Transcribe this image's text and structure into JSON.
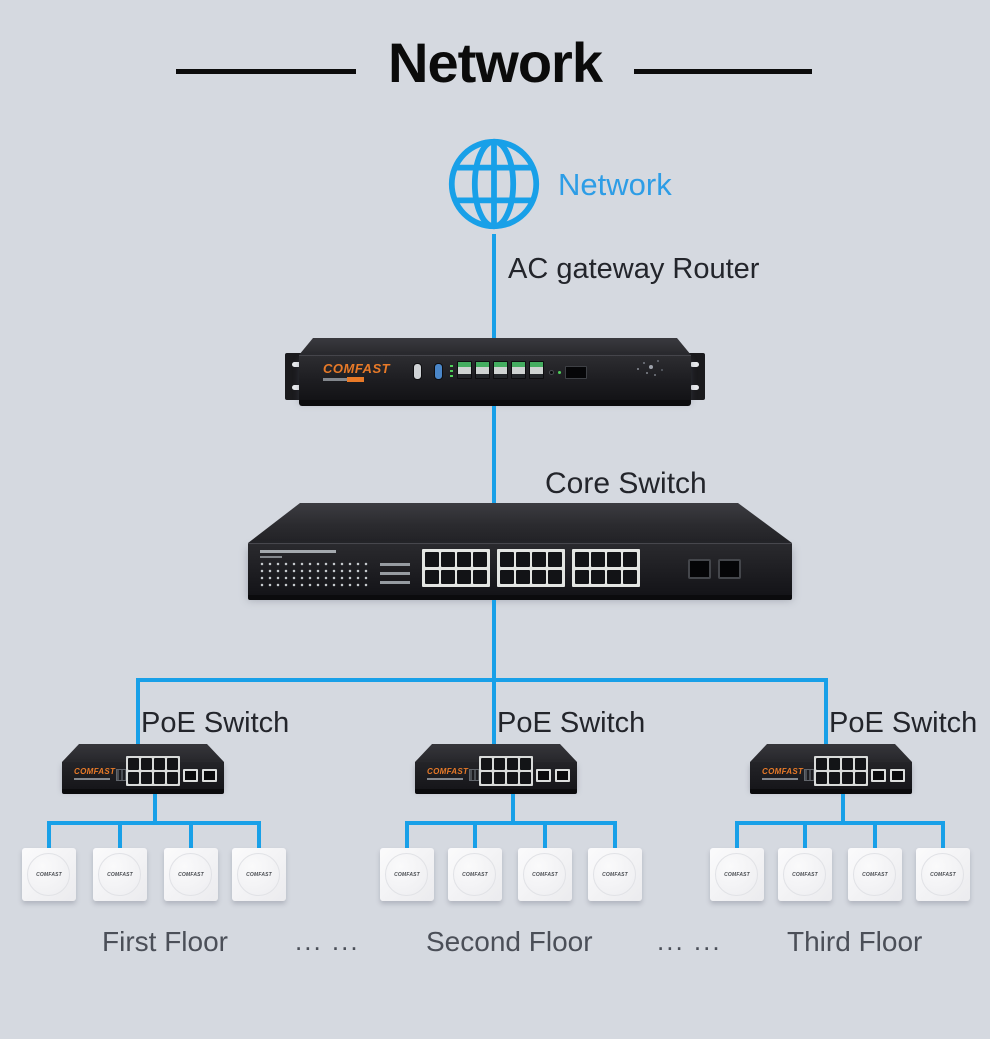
{
  "title": "Network",
  "cloud": {
    "label": "Network"
  },
  "router": {
    "label": "AC gateway Router",
    "brand": "COMFAST"
  },
  "core_switch": {
    "label": "Core Switch"
  },
  "poe_switches": [
    {
      "label": "PoE Switch"
    },
    {
      "label": "PoE Switch"
    },
    {
      "label": "PoE Switch"
    }
  ],
  "devices": {
    "poe_brand": "COMFAST",
    "ap_brand": "COMFAST"
  },
  "floors": [
    {
      "label": "First Floor"
    },
    {
      "label": "Second Floor"
    },
    {
      "label": "Third Floor"
    }
  ],
  "ellipsis": "... ...",
  "colors": {
    "background": "#d5d9e0",
    "accent_blue": "#18a0e8",
    "brand_orange": "#e87a28",
    "title_color": "#0b0b0b",
    "label_color": "#23252b",
    "floor_label_color": "#4b4f58"
  }
}
